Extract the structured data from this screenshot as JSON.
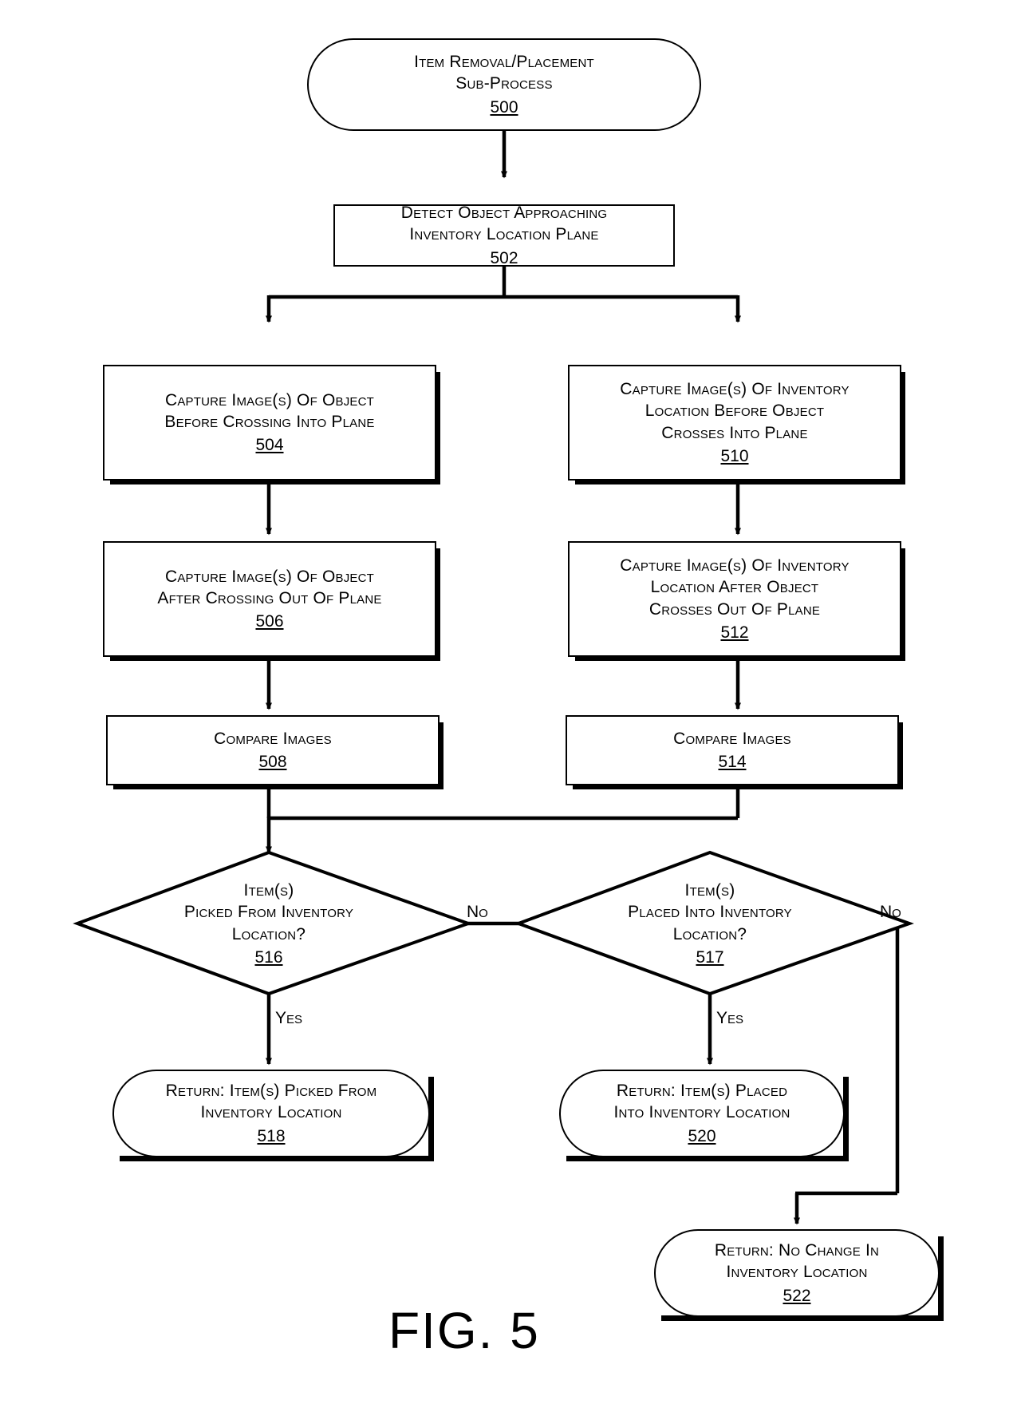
{
  "figure": {
    "caption": "FIG. 5"
  },
  "nodes": {
    "start": {
      "text": "Item Removal/Placement\nSub-Process",
      "number": "500",
      "shape": "terminator"
    },
    "detect": {
      "text": "Detect Object Approaching\nInventory Location Plane",
      "number": "502",
      "shape": "process"
    },
    "capture504": {
      "text": "Capture Image(s) Of Object\nBefore Crossing Into Plane",
      "number": "504",
      "shape": "process"
    },
    "capture506": {
      "text": "Capture Image(s) Of Object\nAfter Crossing Out Of Plane",
      "number": "506",
      "shape": "process"
    },
    "compare508": {
      "text": "Compare Images",
      "number": "508",
      "shape": "process"
    },
    "capture510": {
      "text": "Capture Image(s) Of Inventory\nLocation Before Object\nCrosses Into Plane",
      "number": "510",
      "shape": "process"
    },
    "capture512": {
      "text": "Capture Image(s) Of Inventory\nLocation After Object\nCrosses Out Of Plane",
      "number": "512",
      "shape": "process"
    },
    "compare514": {
      "text": "Compare Images",
      "number": "514",
      "shape": "process"
    },
    "decision516": {
      "text": "Item(s)\nPicked From Inventory\nLocation?",
      "number": "516",
      "shape": "decision"
    },
    "decision517": {
      "text": "Item(s)\nPlaced Into Inventory\nLocation?",
      "number": "517",
      "shape": "decision"
    },
    "return518": {
      "text": "Return: Item(s) Picked From\nInventory Location",
      "number": "518",
      "shape": "terminator"
    },
    "return520": {
      "text": "Return: Item(s) Placed\nInto Inventory Location",
      "number": "520",
      "shape": "terminator"
    },
    "return522": {
      "text": "Return: No Change In\nInventory Location",
      "number": "522",
      "shape": "terminator"
    }
  },
  "edge_labels": {
    "no_516": "No",
    "yes_516": "Yes",
    "no_517": "No",
    "yes_517": "Yes"
  },
  "colors": {
    "stroke": "#000000",
    "background": "#ffffff"
  }
}
